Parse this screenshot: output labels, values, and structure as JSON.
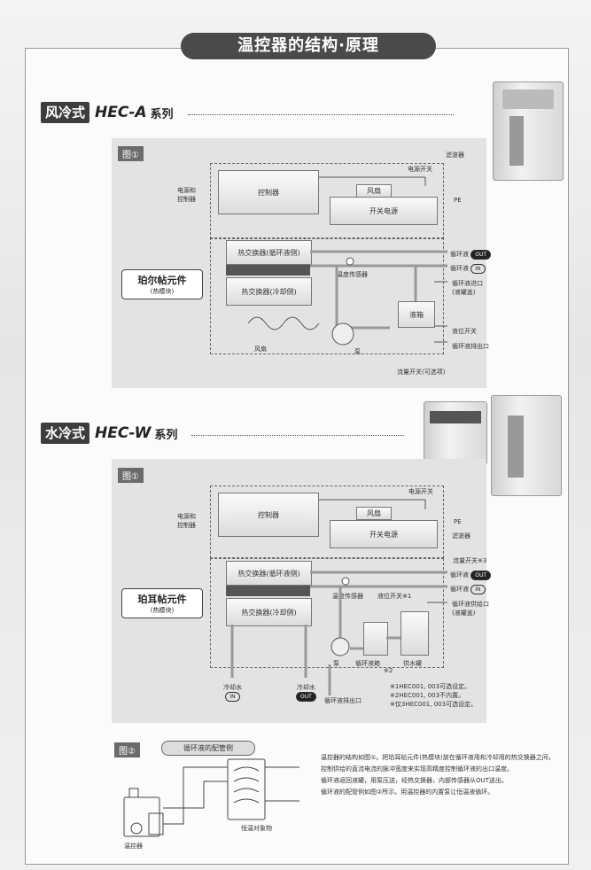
{
  "title": "温控器的结构·原理",
  "air": {
    "tag": "风冷式",
    "series": "HEC-A",
    "suffix": "系列",
    "fig": "图①",
    "labels": {
      "power_ctrl": "电源和\n控制器",
      "controller": "控制器",
      "fan": "风扇",
      "switch_power": "开关电源",
      "filter": "滤波器",
      "power_switch": "电源开关",
      "pe": "PE",
      "hx_circ": "热交换器(循环液侧)",
      "hx_cool": "热交换器(冷却侧)",
      "temp_sensor": "温度传感器",
      "pump": "泵",
      "tank": "液箱",
      "fan_bottom": "风扇",
      "flow_switch": "流量开关(可选项)",
      "level_switch": "液位开关",
      "fill_port": "循环液进口",
      "fill_port_sub": "(液罐盖)",
      "drain": "循环液排出口",
      "circ": "循环液",
      "out": "OUT",
      "in": "IN"
    },
    "peltier": "珀尔帖元件",
    "peltier_sub": "(热模块)"
  },
  "water": {
    "tag": "水冷式",
    "series": "HEC-W",
    "suffix": "系列",
    "fig": "图①",
    "labels": {
      "power_ctrl": "电源和\n控制器",
      "controller": "控制器",
      "fan": "风扇",
      "switch_power": "开关电源",
      "filter": "滤波器",
      "power_switch": "电源开关",
      "pe": "PE",
      "hx_circ": "热交换器(循环液侧)",
      "hx_cool": "热交换器(冷却侧)",
      "temp_sensor": "温度传感器",
      "pump": "泵",
      "tank": "循环液箱",
      "tank_note": "※2",
      "supply_tank": "供水罐",
      "flow_switch": "流量开关※3",
      "level_switch": "液位开关※1",
      "supply_port": "循环液供给口",
      "supply_port_sub": "(液罐盖)",
      "drain": "循环液排出口",
      "circ": "循环液",
      "out": "OUT",
      "in": "IN",
      "cooling_water": "冷却水"
    },
    "peltier": "珀耳帖元件",
    "peltier_sub": "(热模块)",
    "notes": [
      "※1HEC001, 003可选设定。",
      "※2HEC001, 003不内置。",
      "※仅3HEC001, 003可选设定。"
    ]
  },
  "fig2": {
    "label": "图②",
    "title": "循环液的配管例",
    "controller": "温控器",
    "object": "恒温对象物"
  },
  "description": [
    "温控器的结构如图①。把珀耳帖元件(热模块)放在循环液用和冷却用的热交换器之间，控制供给的直流电流的脉冲宽度来实现高精度控制循环液的出口温度。",
    "循环液返回液罐，用泵压送，经热交换器，内部传感器从OUT送出。",
    "循环液的配管例如图②所示。用温控器的内置泵让恒温液循环。"
  ]
}
